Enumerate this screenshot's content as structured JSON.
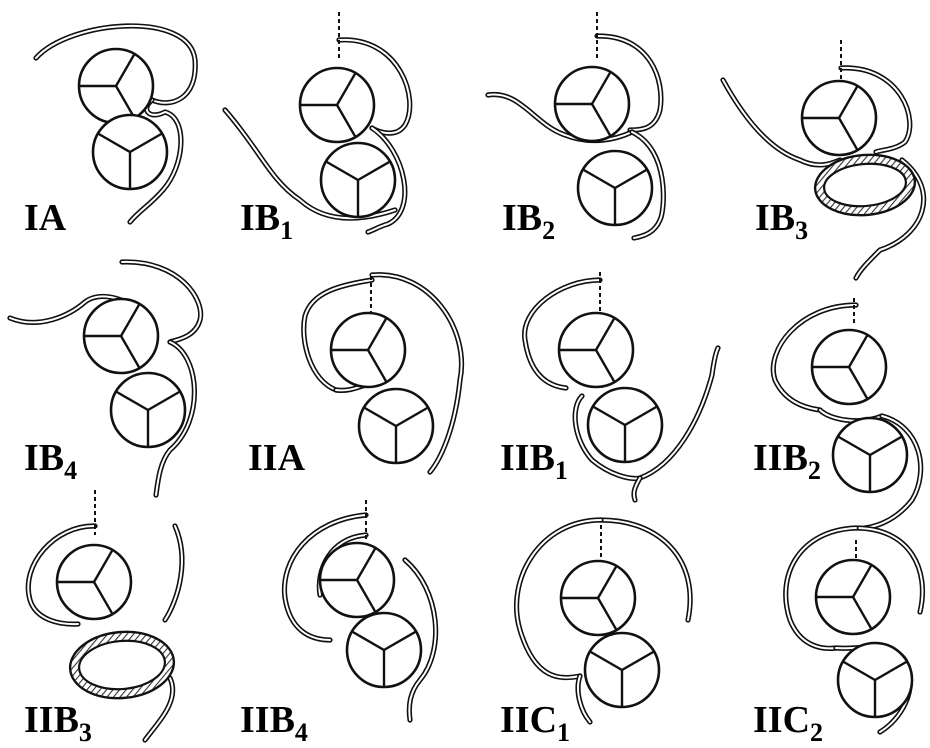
{
  "colors": {
    "ink": "#111111",
    "background": "#ffffff",
    "hatch": "#333333"
  },
  "panels": [
    {
      "id": "IA",
      "main": "IA",
      "sub": "",
      "lower": "valve",
      "dashed": false
    },
    {
      "id": "IB1",
      "main": "IB",
      "sub": "1",
      "lower": "valve",
      "dashed": true
    },
    {
      "id": "IB2",
      "main": "IB",
      "sub": "2",
      "lower": "valve",
      "dashed": true
    },
    {
      "id": "IB3",
      "main": "IB",
      "sub": "3",
      "lower": "hatched",
      "dashed": true
    },
    {
      "id": "IB4",
      "main": "IB",
      "sub": "4",
      "lower": "valve",
      "dashed": false
    },
    {
      "id": "IIA",
      "main": "IIA",
      "sub": "",
      "lower": "valve",
      "dashed": true
    },
    {
      "id": "IIB1",
      "main": "IIB",
      "sub": "1",
      "lower": "valve",
      "dashed": true
    },
    {
      "id": "IIB2",
      "main": "IIB",
      "sub": "2",
      "lower": "valve",
      "dashed": true
    },
    {
      "id": "IIB3",
      "main": "IIB",
      "sub": "3",
      "lower": "hatched",
      "dashed": true
    },
    {
      "id": "IIB4",
      "main": "IIB",
      "sub": "4",
      "lower": "valve",
      "dashed": true
    },
    {
      "id": "IIC1",
      "main": "IIC",
      "sub": "1",
      "lower": "valve",
      "dashed": true
    },
    {
      "id": "IIC2",
      "main": "IIC",
      "sub": "2",
      "lower": "valve",
      "dashed": true
    }
  ]
}
